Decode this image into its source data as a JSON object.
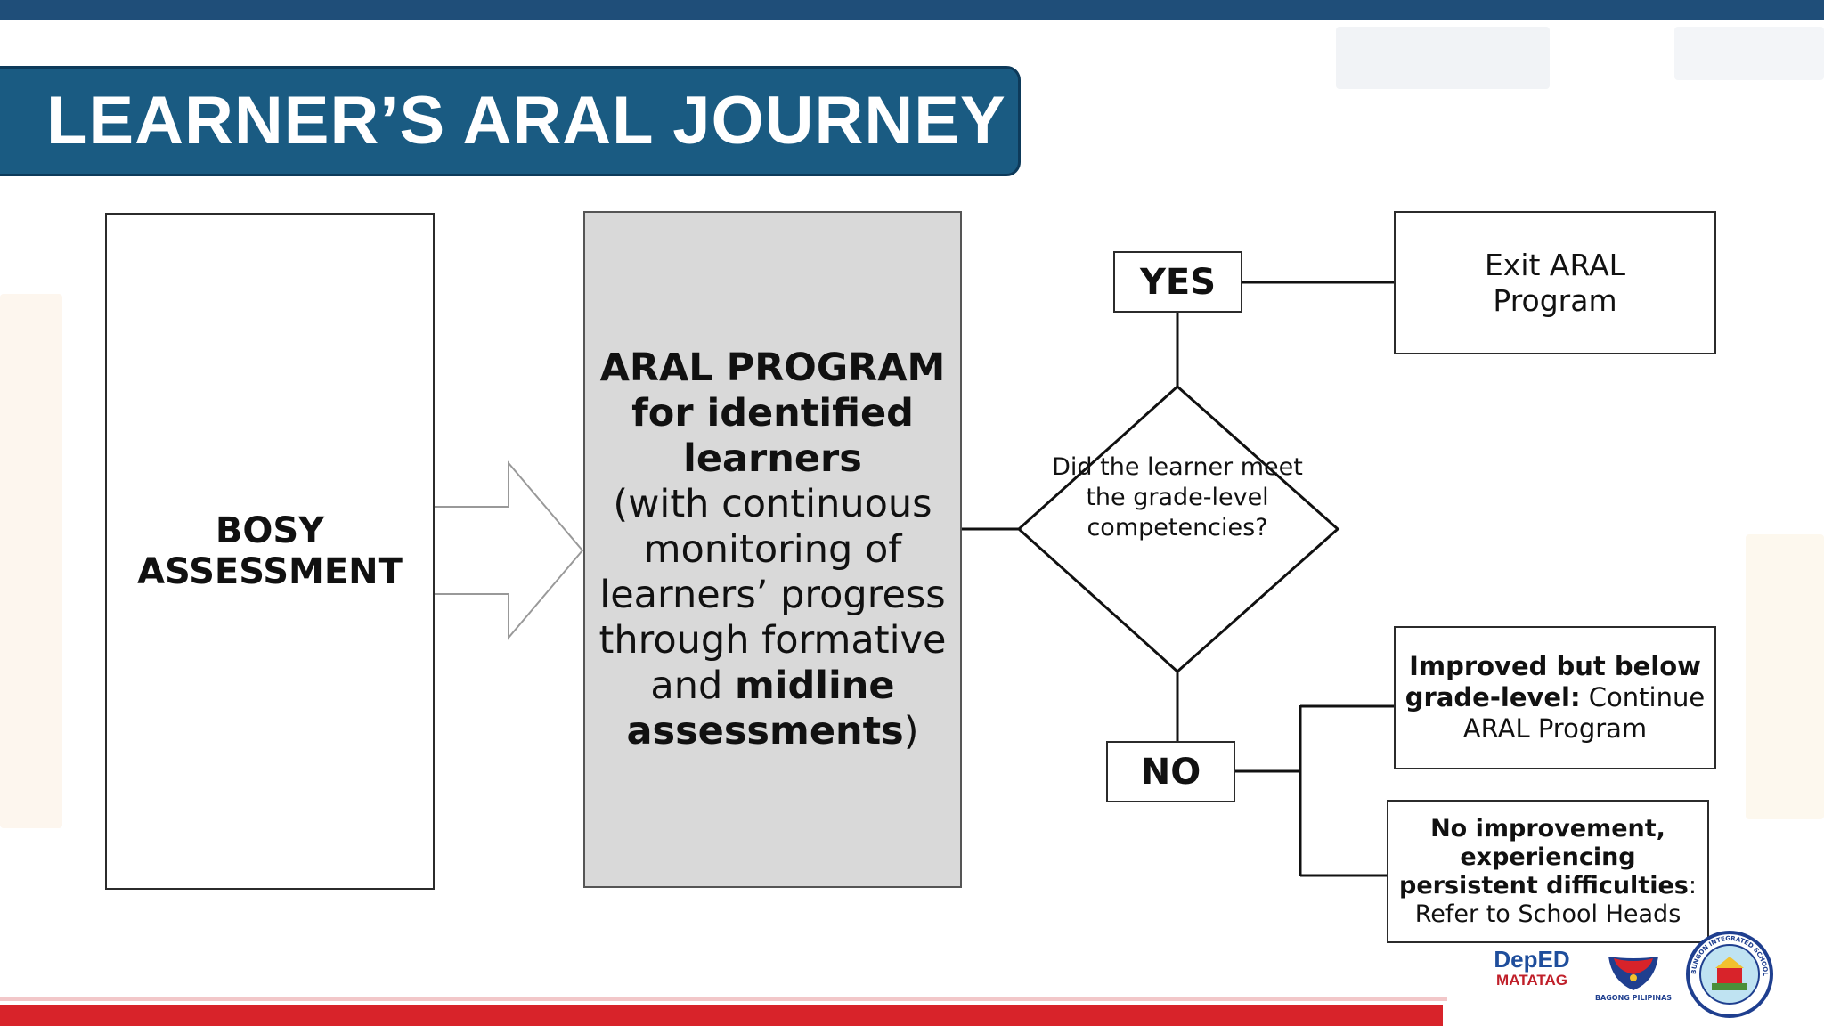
{
  "title": "LEARNER’S ARAL JOURNEY",
  "nodes": {
    "bosy": "BOSY ASSESSMENT",
    "aral_program": {
      "bold1": "ARAL PROGRAM for identified learners",
      "normal1": "(with continuous monitoring of learners’ progress through formative and ",
      "bold2": "midline assessments",
      "normal2": ")"
    },
    "decision": "Did the learner meet the grade-level competencies?",
    "yes": "YES",
    "no": "NO",
    "exit": "Exit ARAL Program",
    "improved": {
      "bold": "Improved but below grade-level:",
      "normal": " Continue ARAL Program"
    },
    "no_improvement": {
      "bold": "No improvement, experiencing persistent difficulties",
      "normal": ": Refer to School Heads"
    }
  },
  "logos": {
    "deped": "DepED",
    "matatag": "MATATAG",
    "bagong": "BAGONG PILIPINAS",
    "school_seal": "BUNGON INTEGRATED SCHOOL"
  },
  "colors": {
    "top_bar": "#1f4e79",
    "banner": "#1a5b82",
    "aral_box": "#d9d9d9",
    "bottom_bar": "#d8232a"
  }
}
